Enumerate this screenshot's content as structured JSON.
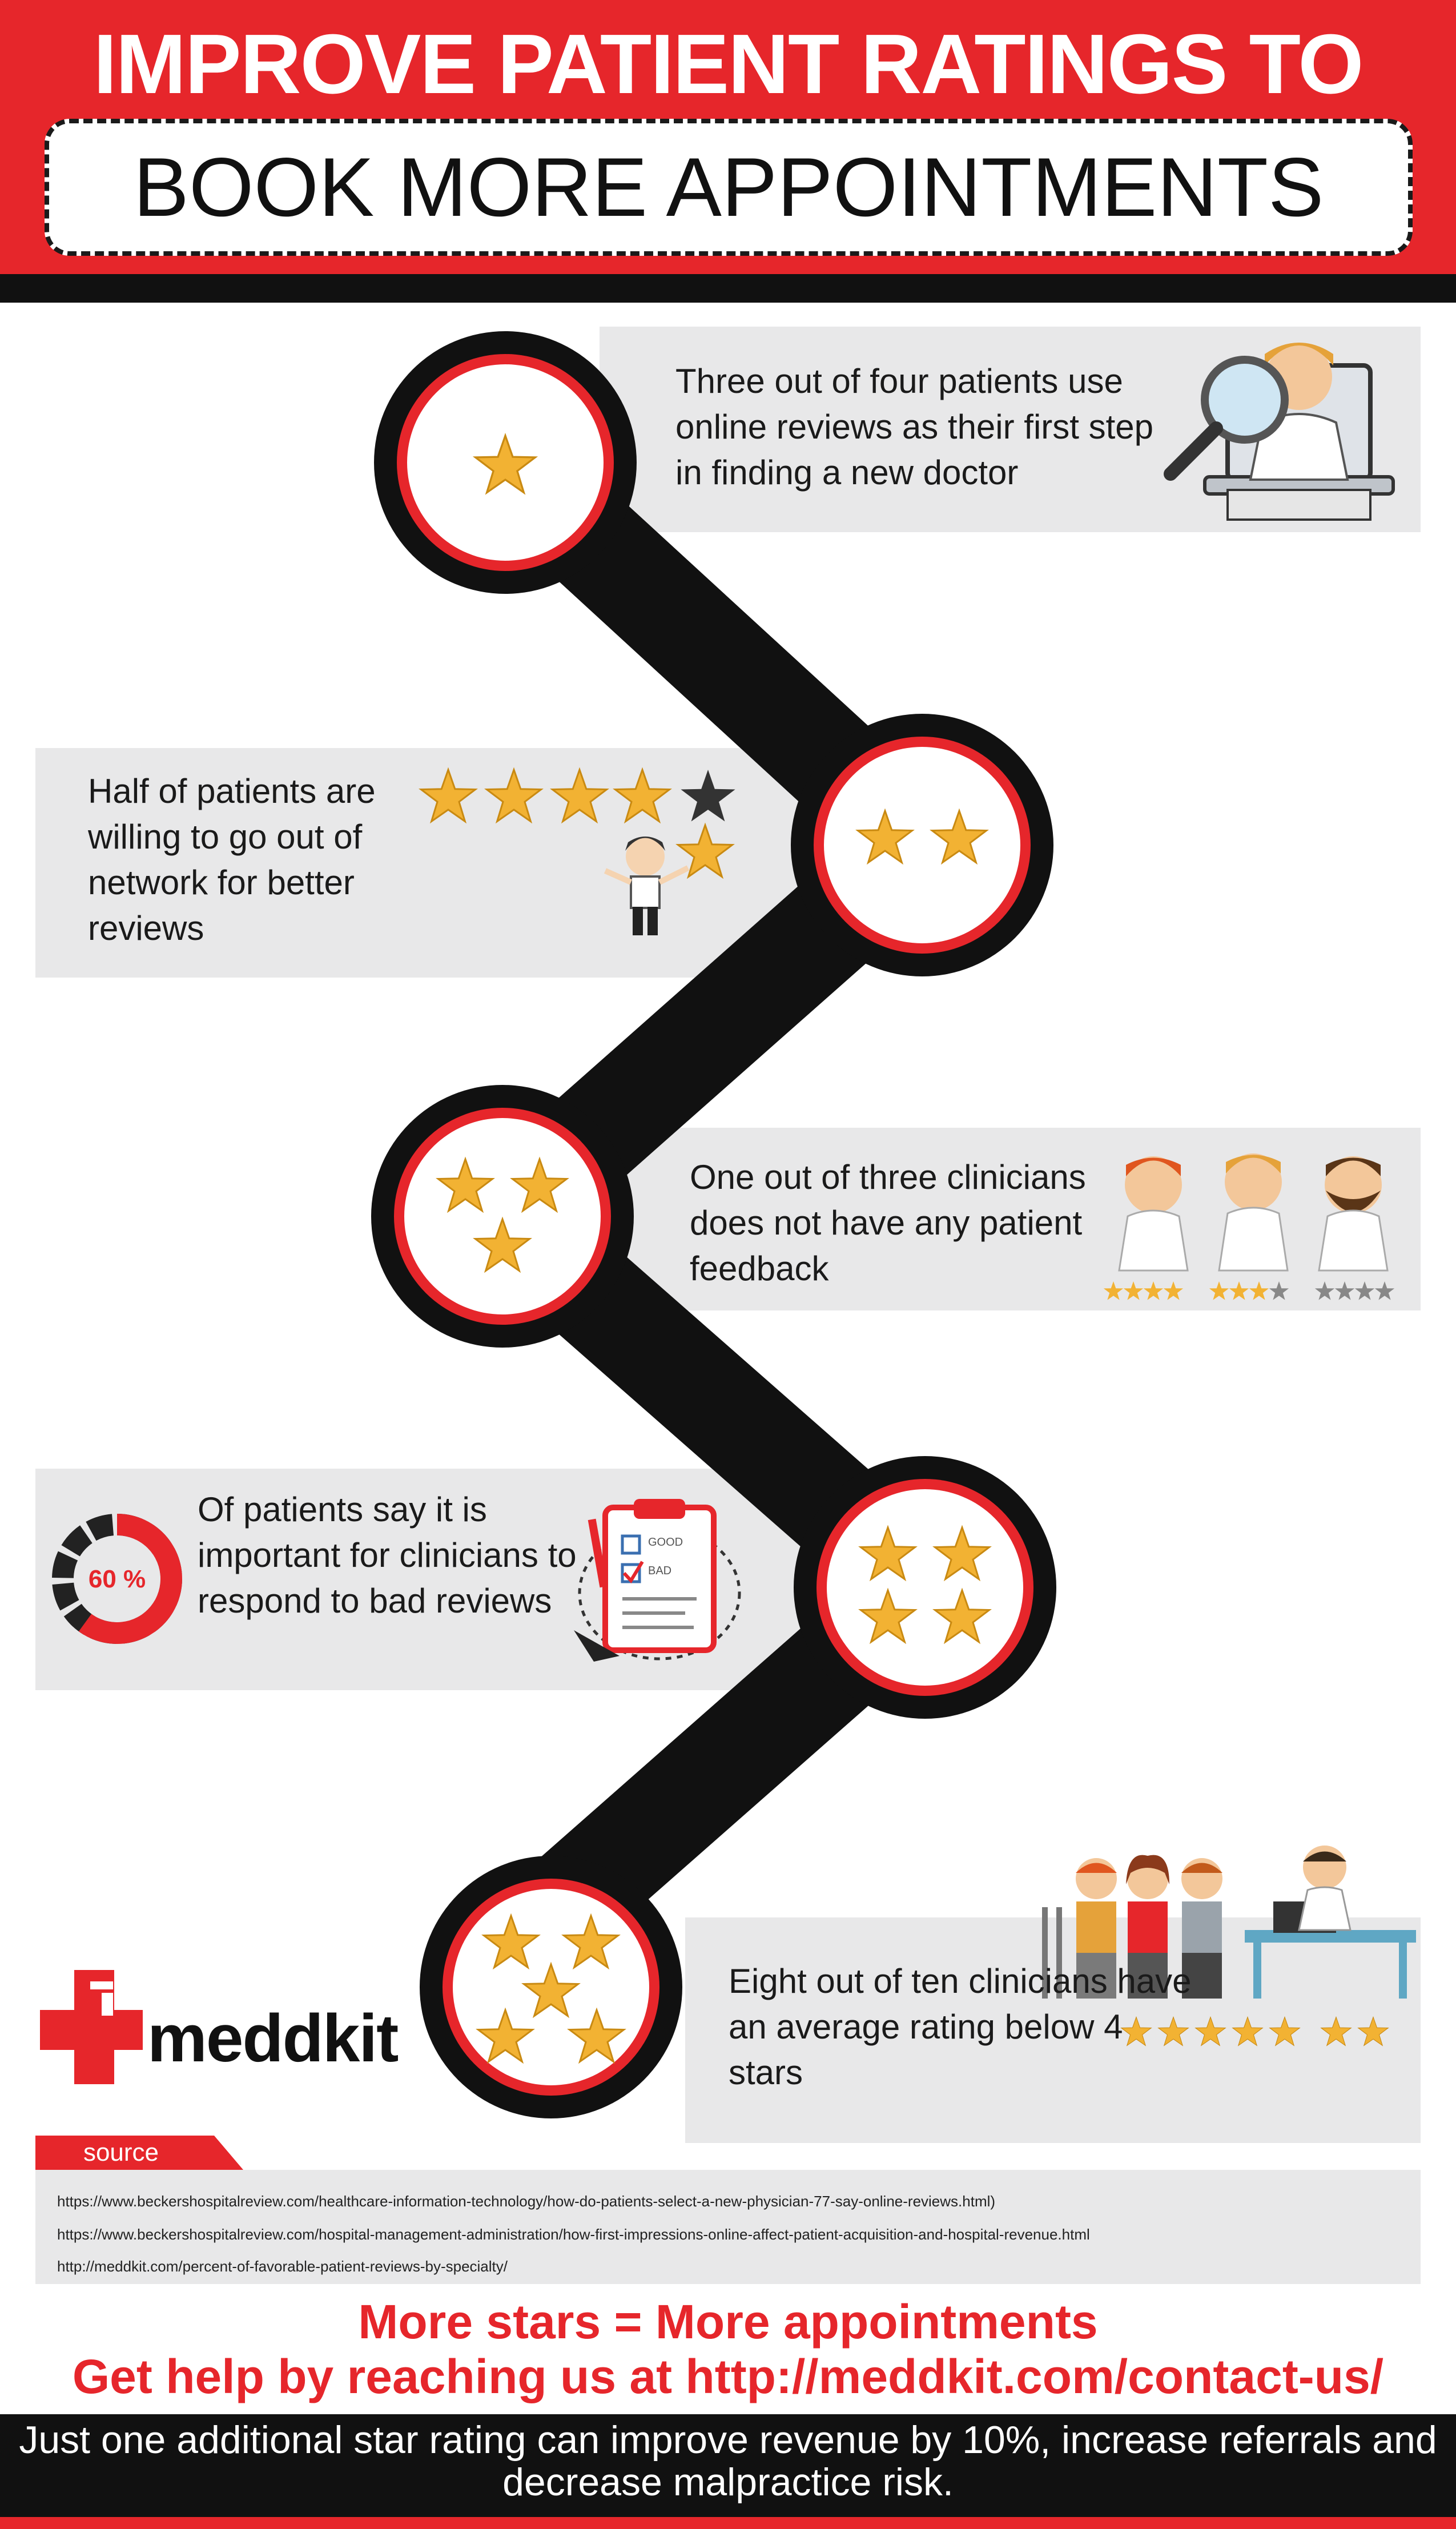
{
  "header": {
    "title": "IMPROVE PATIENT RATINGS TO",
    "subtitle": "BOOK MORE APPOINTMENTS"
  },
  "steps": [
    {
      "text": "Three out of four patients use online reviews as their first step in finding a new doctor",
      "stars": 1
    },
    {
      "text": "Half of patients are willing to go out of network for better reviews",
      "stars": 2
    },
    {
      "text": "One out of three clinicians does not have any patient feedback",
      "stars": 3
    },
    {
      "text": "Of patients say it is important for clinicians to respond to bad reviews",
      "stars": 4,
      "percent_label": "60 %",
      "percent": 0.6
    },
    {
      "text": "Eight out of ten clinicians have an average rating below 4 stars",
      "stars": 5
    }
  ],
  "checklist": {
    "good": "GOOD",
    "bad": "BAD"
  },
  "logo": {
    "name": "meddkit"
  },
  "sources": {
    "label": "source",
    "urls": [
      "https://www.beckershospitalreview.com/healthcare-information-technology/how-do-patients-select-a-new-physician-77-say-online-reviews.html)",
      "https://www.beckershospitalreview.com/hospital-management-administration/how-first-impressions-online-affect-patient-acquisition-and-hospital-revenue.html",
      "http://meddkit.com/percent-of-favorable-patient-reviews-by-specialty/"
    ]
  },
  "cta": {
    "line1": "More stars = More appointments",
    "line2": "Get help by reaching us at http://meddkit.com/contact-us/"
  },
  "footer": {
    "text": "Just one additional star rating can improve revenue by 10%, increase referrals and decrease malpractice risk."
  },
  "colors": {
    "accent": "#e6262b",
    "dark": "#111111",
    "panel": "#e8e8e9",
    "star": "#f2b233"
  }
}
